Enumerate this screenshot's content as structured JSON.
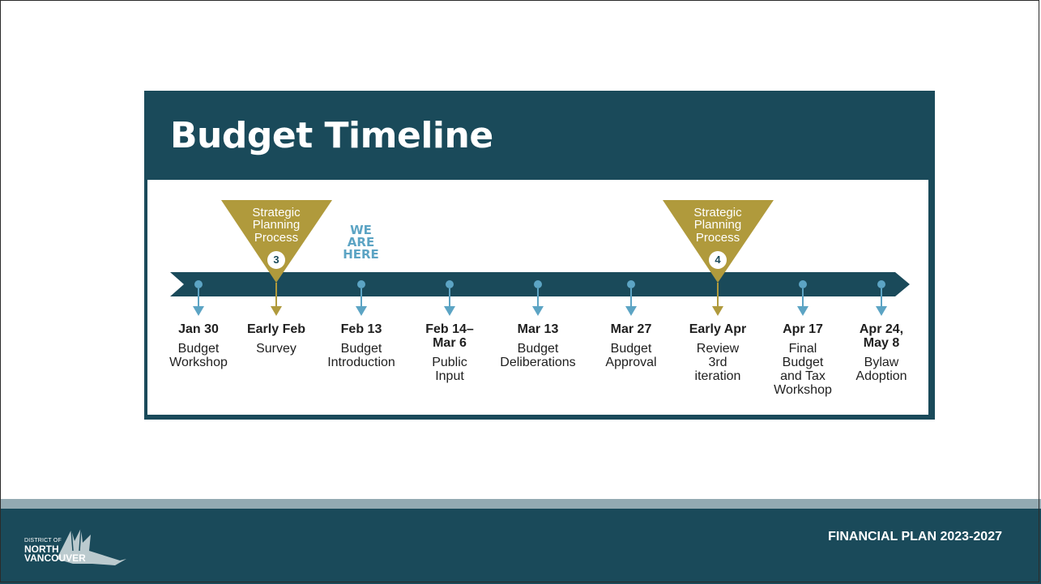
{
  "title": "Budget Timeline",
  "current_marker": {
    "line1": "WE",
    "line2": "ARE",
    "line3": "HERE"
  },
  "strategic": [
    {
      "line1": "Strategic",
      "line2": "Planning",
      "line3": "Process",
      "number": "3"
    },
    {
      "line1": "Strategic",
      "line2": "Planning",
      "line3": "Process",
      "number": "4"
    }
  ],
  "milestones": [
    {
      "date": "Jan 30",
      "lines": [
        "Budget",
        "Workshop"
      ]
    },
    {
      "date": "Early Feb",
      "lines": [
        "Survey"
      ]
    },
    {
      "date": "Feb 13",
      "lines": [
        "Budget",
        "Introduction"
      ]
    },
    {
      "date": [
        "Feb 14–",
        "Mar 6"
      ],
      "lines": [
        "Public",
        "Input"
      ]
    },
    {
      "date": "Mar 13",
      "lines": [
        "Budget",
        "Deliberations"
      ]
    },
    {
      "date": "Mar 27",
      "lines": [
        "Budget",
        "Approval"
      ]
    },
    {
      "date": "Early Apr",
      "lines": [
        "Review",
        "3rd",
        "iteration"
      ]
    },
    {
      "date": "Apr 17",
      "lines": [
        "Final",
        "Budget",
        "and Tax",
        "Workshop"
      ]
    },
    {
      "date": [
        "Apr 24,",
        "May 8"
      ],
      "lines": [
        "Bylaw",
        "Adoption"
      ]
    }
  ],
  "footer": {
    "title": "FINANCIAL PLAN 2023-2027"
  },
  "logo": {
    "line1": "DISTRICT OF",
    "line2": "NORTH",
    "line3": "VANCOUVER"
  },
  "colors": {
    "teal": "#1a4a5a",
    "olive": "#b09a3c",
    "pin_blue": "#5ca4c4",
    "band_gray": "#93aab2"
  }
}
